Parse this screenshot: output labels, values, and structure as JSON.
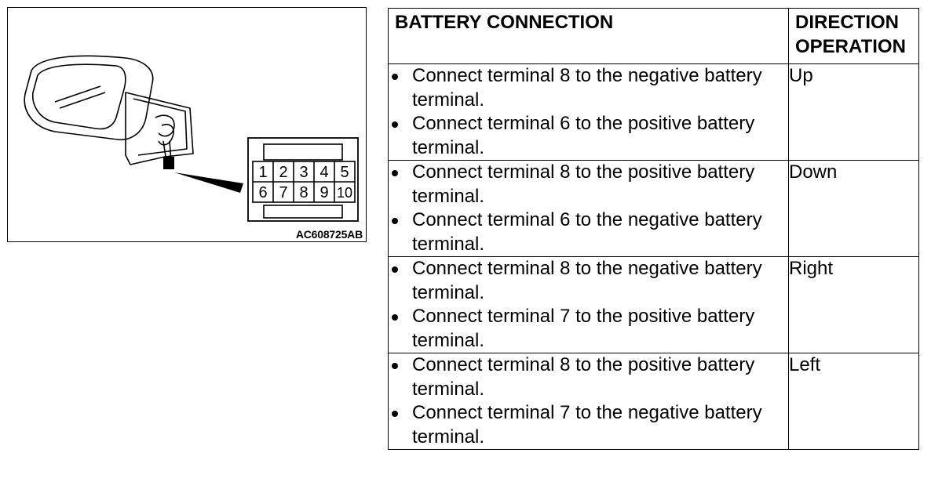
{
  "figure": {
    "code": "AC608725AB",
    "connector_pins_top": [
      "1",
      "2",
      "3",
      "4",
      "5"
    ],
    "connector_pins_bottom": [
      "6",
      "7",
      "8",
      "9",
      "10"
    ]
  },
  "table": {
    "headers": {
      "connection": "BATTERY CONNECTION",
      "direction_line1": "DIRECTION",
      "direction_line2": "OPERATION"
    },
    "rows": [
      {
        "steps": [
          "Connect terminal 8 to the negative battery terminal.",
          "Connect terminal 6 to the positive battery terminal."
        ],
        "direction": "Up"
      },
      {
        "steps": [
          "Connect terminal 8 to the positive battery terminal.",
          "Connect terminal 6 to the negative battery terminal."
        ],
        "direction": "Down"
      },
      {
        "steps": [
          "Connect terminal 8 to the negative battery terminal.",
          "Connect terminal 7 to the positive battery terminal."
        ],
        "direction": "Right"
      },
      {
        "steps": [
          "Connect terminal 8 to the positive battery terminal.",
          "Connect terminal 7 to the negative battery terminal."
        ],
        "direction": "Left"
      }
    ]
  }
}
